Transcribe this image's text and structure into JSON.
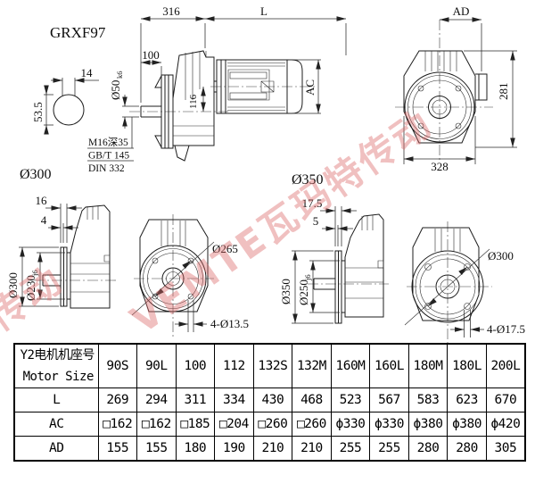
{
  "model": "GRXF97",
  "watermark_text": "VEMTE瓦玛特传动",
  "colors": {
    "line": "#1c1c1c",
    "watermark_pink": "#dc6a6a",
    "background": "#ffffff",
    "table_border": "#000000"
  },
  "drawings": {
    "side_view": {
      "d316": "316",
      "dL": "L",
      "d100": "100",
      "d50": "Ø50",
      "d50_tol": "k6",
      "d116": "116",
      "dAC": "AC",
      "key_w": "14",
      "key_h": "53.5",
      "note1": "M16深35",
      "note2": "GB/T 145",
      "note3": "DIN 332"
    },
    "front_view": {
      "dAD": "AD",
      "d281": "281",
      "d328": "328"
    },
    "f300": {
      "title": "Ø300",
      "d16": "16",
      "d4": "4",
      "d_od": "Ø300",
      "d_spigot": "Ø230",
      "d_spigot_tol": "j6",
      "d_bc": "Ø265",
      "d_holes": "4-Ø13.5"
    },
    "f350": {
      "title": "Ø350",
      "d17_5": "17.5",
      "d5": "5",
      "d_od": "Ø350",
      "d_spigot": "Ø250",
      "d_spigot_tol": "j6",
      "d_bc": "Ø300",
      "d_holes": "4-Ø17.5"
    }
  },
  "table": {
    "header_line1": "Y2电机机座号",
    "header_line2": "Motor Size",
    "sizes": [
      "90S",
      "90L",
      "100",
      "112",
      "132S",
      "132M",
      "160M",
      "160L",
      "180M",
      "180L",
      "200L"
    ],
    "rows": [
      {
        "label": "L",
        "values": [
          "269",
          "294",
          "311",
          "334",
          "430",
          "468",
          "523",
          "567",
          "583",
          "623",
          "670"
        ]
      },
      {
        "label": "AC",
        "values": [
          "□162",
          "□162",
          "□185",
          "□204",
          "□260",
          "□260",
          "ϕ330",
          "ϕ330",
          "ϕ380",
          "ϕ380",
          "ϕ420"
        ]
      },
      {
        "label": "AD",
        "values": [
          "155",
          "155",
          "180",
          "190",
          "210",
          "210",
          "255",
          "255",
          "280",
          "280",
          "305"
        ]
      }
    ]
  }
}
